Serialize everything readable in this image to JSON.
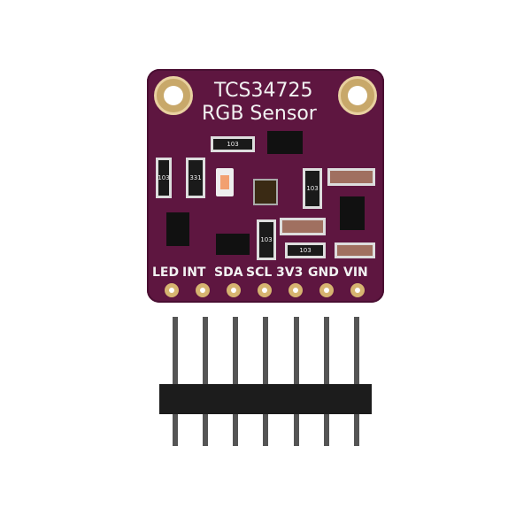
{
  "board": {
    "title_line1": "TCS34725",
    "title_line2": "RGB Sensor",
    "resistor_code": "103",
    "resistor_code_alt": "331",
    "pins": [
      "LED",
      "INT",
      "SDA",
      "SCL",
      "3V3",
      "GND",
      "VIN"
    ]
  },
  "colors": {
    "pcb": "#5e1640",
    "pad": "#d6b470",
    "led": "#f2a070"
  }
}
